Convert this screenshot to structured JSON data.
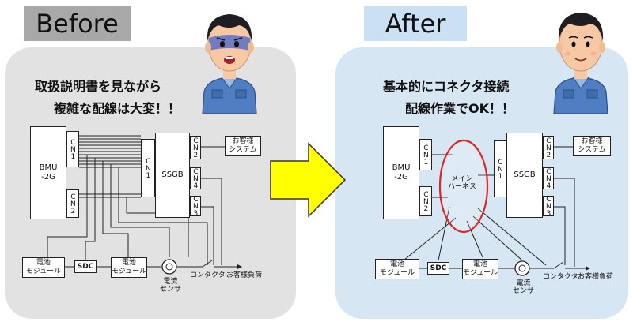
{
  "before": {
    "title": "Before",
    "caption_line1": "取扱説明書を見ながら",
    "caption_line2": "複雑な配線は大変！！",
    "bmu": "BMU\n-2G",
    "cn1": "CN1",
    "cn2": "CN2",
    "ssgb": "SSGB",
    "ssgb_cn1": "CN1",
    "ssgb_cn2": "CN2",
    "ssgb_cn4": "CN4",
    "ssgb_cn3": "CN3",
    "customer_system": "お客様\nシステム",
    "battery1": "電池\nモジュール",
    "sdc": "SDC",
    "battery2": "電池\nモジュール",
    "current_sensor": "電流\nセンサ",
    "contactor": "コンタクタ",
    "customer_load": "お客様負荷"
  },
  "after": {
    "title": "After",
    "caption_line1": "基本的にコネクタ接続",
    "caption_line2": "配線作業でOK！！",
    "bmu": "BMU\n-2G",
    "cn1": "CN1",
    "cn2": "CN2",
    "harness": "メイン\nハーネス",
    "ssgb": "SSGB",
    "ssgb_cn1": "CN1",
    "ssgb_cn2": "CN2",
    "ssgb_cn4": "CN4",
    "ssgb_cn3": "CN3",
    "customer_system": "お客様\nシステム",
    "battery1": "電池\nモジュール",
    "sdc": "SDC",
    "battery2": "電池\nモジュール",
    "current_sensor": "電流\nセンサ",
    "contactor": "コンタクタ",
    "customer_load": "お客様負荷"
  },
  "colors": {
    "before_panel": "#e2e2e2",
    "after_panel": "#d6e6f3",
    "arrow_fill": "#ffff00",
    "harness_ring": "#e0242b"
  },
  "icons": {
    "before_worker": "worried-worker-icon",
    "after_worker": "smiling-worker-icon"
  }
}
